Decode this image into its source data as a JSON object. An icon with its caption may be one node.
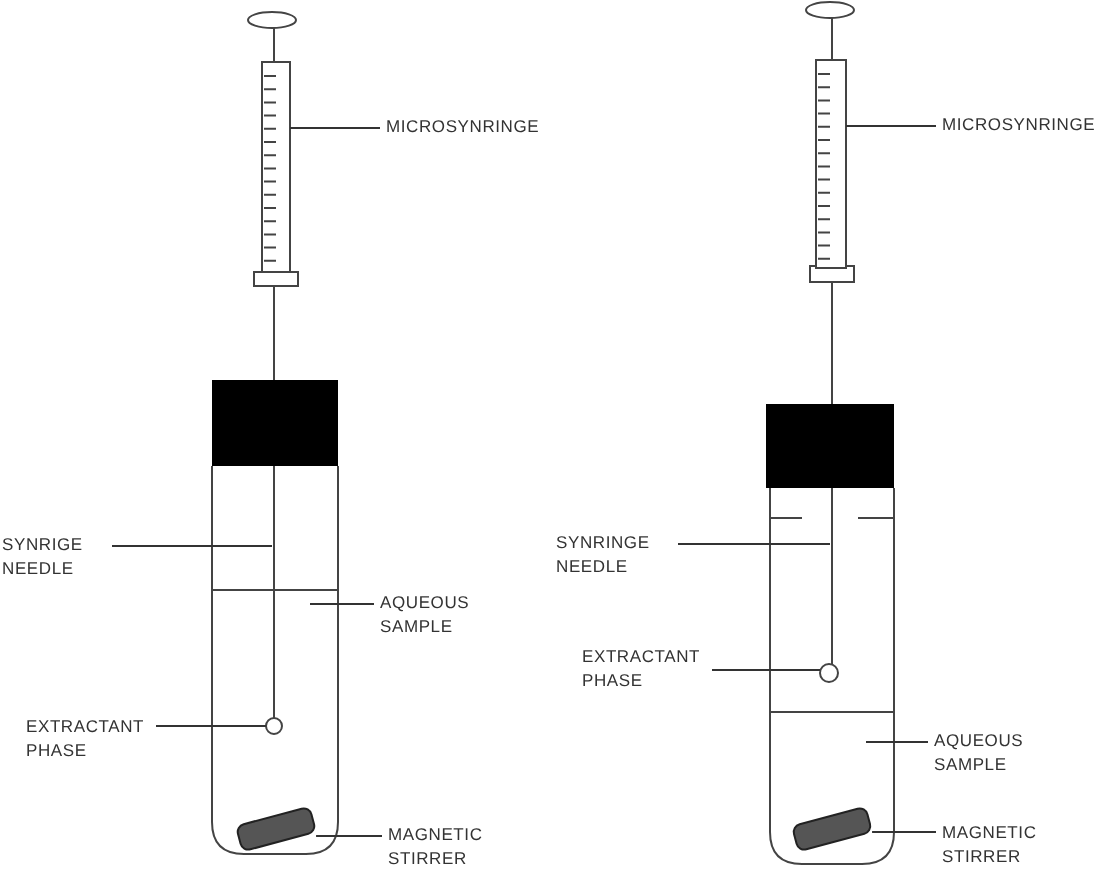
{
  "diagram": {
    "nodes": [
      {
        "text": [],
        "shape": "box"
      },
      {
        "text": [
          "MICROSYNRINGE"
        ]
      },
      {
        "text": [
          "SYNRIGE NEEDLE"
        ]
      },
      {
        "text": [],
        "shape": "line"
      },
      {
        "text": [
          "AQUEOUS SAMPLE"
        ]
      },
      {
        "text": [
          "EXTRACTANT PHASE"
        ]
      },
      {
        "text": [],
        "shape": "circle"
      },
      {
        "text": [
          "MAGNETIC STIRRER"
        ]
      },
      {
        "text": [],
        "shape": "bar"
      },
      {
        "text": [],
        "shape": "box"
      },
      {
        "text": [
          "MICROSYNRINGE"
        ]
      },
      {
        "text": [
          "SYNRINGE NEEDLE"
        ]
      },
      {
        "text": [],
        "shape": "line"
      },
      {
        "text": [
          "EXTRACTANT PHASE"
        ]
      },
      {
        "text": [],
        "shape": "circle"
      },
      {
        "text": [
          "AQUEOUS SAMPLE"
        ]
      },
      {
        "text": [
          "MAGNETIC STIRRER"
        ]
      },
      {
        "text": [],
        "shape": "bar"
      }
    ],
    "edges": [
      {
        "from": 1,
        "to": 0,
        "arrow": "none"
      },
      {
        "from": 2,
        "to": 3,
        "arrow": "none"
      },
      {
        "from": 4,
        "to": null,
        "arrow": "none"
      },
      {
        "from": 5,
        "to": 6,
        "arrow": "none"
      },
      {
        "from": 7,
        "to": 8,
        "arrow": "none"
      },
      {
        "from": 10,
        "to": 9,
        "arrow": "none"
      },
      {
        "from": 11,
        "to": 12,
        "arrow": "none"
      },
      {
        "from": 13,
        "to": 14,
        "arrow": "none"
      },
      {
        "from": 15,
        "to": null,
        "arrow": "none"
      },
      {
        "from": 16,
        "to": 17,
        "arrow": "none"
      }
    ]
  }
}
